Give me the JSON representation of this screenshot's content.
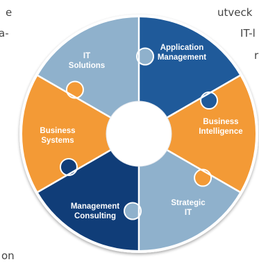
{
  "background_text": {
    "top_left_1": "e",
    "top_left_2": "a-",
    "top_right_1": "utveck",
    "top_right_2": "IT-l",
    "top_right_3": "r",
    "bottom_left": "on"
  },
  "segments": [
    {
      "id": "it-solutions",
      "line1": "IT",
      "line2": "Solutions",
      "color": "#1f5a9a"
    },
    {
      "id": "application-management",
      "line1": "Application",
      "line2": "Management",
      "color": "#f39a36"
    },
    {
      "id": "business-intelligence",
      "line1": "Business",
      "line2": "Intelligence",
      "color": "#8fb1cc"
    },
    {
      "id": "strategic-it",
      "line1": "Strategic",
      "line2": "IT",
      "color": "#103d78"
    },
    {
      "id": "management-consulting",
      "line1": "Management",
      "line2": "Consulting",
      "color": "#f39a36"
    },
    {
      "id": "business-systems",
      "line1": "Business",
      "line2": "Systems",
      "color": "#8fb1cc"
    }
  ]
}
